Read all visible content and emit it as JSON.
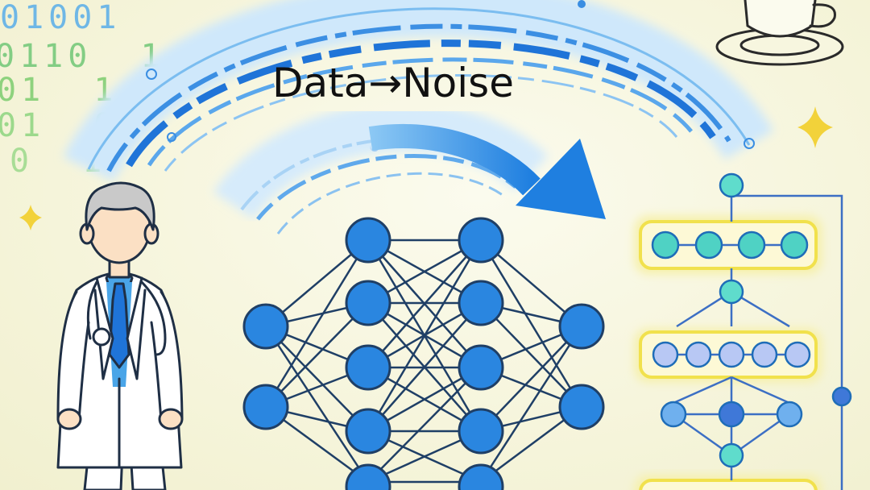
{
  "title": "Data→Noise",
  "binary_rows": [
    "01001",
    "0110  1",
    "01  1",
    "01  0",
    "0  1"
  ],
  "colors": {
    "background": "#f7f6df",
    "blue_node": "#2a86e0",
    "node_stroke": "#1f3f66",
    "teal_node": "#4fd8c8",
    "lavender_node": "#b8c8f4",
    "glow_yellow": "#f4e86a",
    "sparkle": "#f2d23a",
    "binary_green": "#8ed27e",
    "binary_blue": "#5aa6e6"
  },
  "icons": [
    "doctor-figure",
    "coffee-cup-icon",
    "sparkle-icon",
    "arrow-icon",
    "neural-network-diagram",
    "hierarchy-diagram"
  ]
}
